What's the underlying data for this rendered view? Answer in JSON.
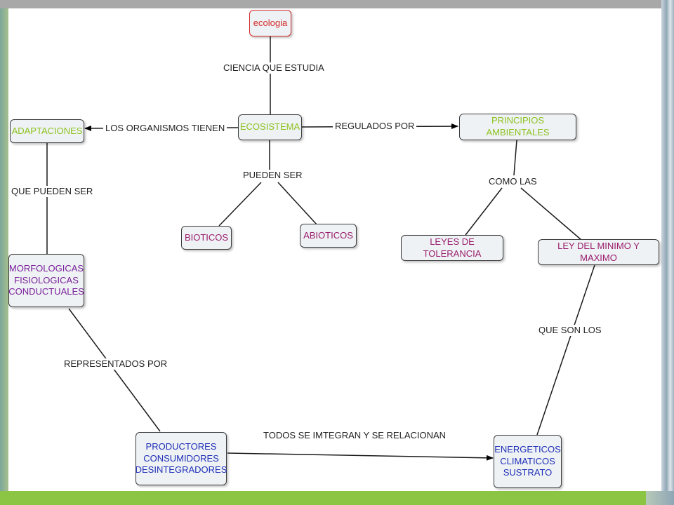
{
  "colors": {
    "red": "#d42a2a",
    "green": "#8dc21f",
    "magenta": "#9a1c6c",
    "purple": "#7a1f9a",
    "blue": "#1f2eb8"
  },
  "nodes": {
    "ecologia": "ecologia",
    "ecosistema": "ECOSISTEMA",
    "adaptaciones": "ADAPTACIONES",
    "principios": "PRINCIPIOS AMBIENTALES",
    "bioticos": "BIOTICOS",
    "abioticos": "ABIOTICOS",
    "leyes": "LEYES DE TOLERANCIA",
    "ley_minimo": "LEY DEL MINIMO Y MAXIMO",
    "morfologicas": "MORFOLOGICAS\nFISIOLOGICAS\nCONDUCTUALES",
    "productores": "PRODUCTORES\nCONSUMIDORES\nDESINTEGRADORES",
    "energeticos": "ENERGETICOS\nCLIMATICOS\nSUSTRATO"
  },
  "links": {
    "ciencia": "CIENCIA QUE ESTUDIA",
    "organismos": "LOS ORGANISMOS TIENEN",
    "regulados": "REGULADOS POR",
    "pueden_ser": "PUEDEN SER",
    "como_las": "COMO LAS",
    "que_pueden_ser": "QUE PUEDEN SER",
    "que_son_los": "QUE SON LOS",
    "representados": "REPRESENTADOS POR",
    "todos": "TODOS SE IMTEGRAN Y SE RELACIONAN"
  }
}
